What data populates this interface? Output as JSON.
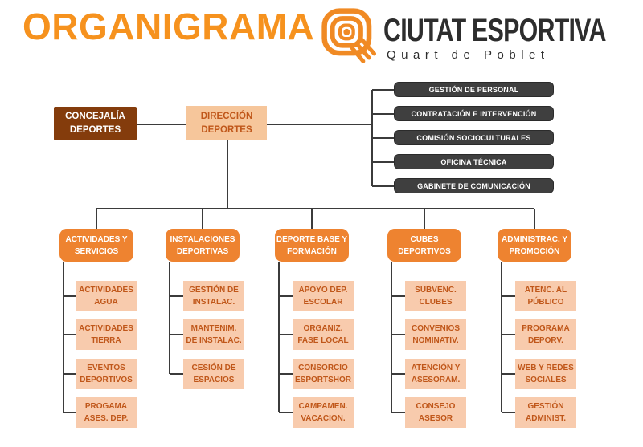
{
  "title": "ORGANIGRAMA",
  "brand": {
    "name": "CIUTAT ESPORTIVA",
    "subtitle": "Quart de Poblet",
    "logo_icon": "q-spiral-logo",
    "logo_color": "#F08A24"
  },
  "colors": {
    "title_orange": "#F6921E",
    "header_orange": "#EE8330",
    "sub_peach": "#F8CBAD",
    "sub_text": "#C0571A",
    "root_brown": "#843C0C",
    "staff_gray": "#3F3F3F",
    "line": "#3B3B3B"
  },
  "org": {
    "root": {
      "label": "CONCEJALÍA\nDEPORTES"
    },
    "direction": {
      "label": "DIRECCIÓN\nDEPORTES"
    },
    "staff": [
      "GESTIÓN DE PERSONAL",
      "CONTRATACIÓN E INTERVENCIÓN",
      "COMISIÓN SOCIOCULTURALES",
      "OFICINA TÉCNICA",
      "GABINETE DE COMUNICACIÓN"
    ],
    "departments": [
      {
        "label": "ACTIVIDADES Y\nSERVICIOS",
        "children": [
          "ACTIVIDADES\nAGUA",
          "ACTIVIDADES\nTIERRA",
          "EVENTOS\nDEPORTIVOS",
          "PROGAMA\nASES. DEP."
        ]
      },
      {
        "label": "INSTALACIONES\nDEPORTIVAS",
        "children": [
          "GESTIÓN DE\nINSTALAC.",
          "MANTENIM.\nDE INSTALAC.",
          "CESIÓN DE\nESPACIOS"
        ]
      },
      {
        "label": "DEPORTE BASE Y\nFORMACIÓN",
        "children": [
          "APOYO DEP.\nESCOLAR",
          "ORGANIZ.\nFASE LOCAL",
          "CONSORCIO\nESPORTSHOR",
          "CAMPAMEN.\nVACACION."
        ]
      },
      {
        "label": "CUBES\nDEPORTIVOS",
        "children": [
          "SUBVENC.\nCLUBES",
          "CONVENIOS\nNOMINATIV.",
          "ATENCIÓN Y\nASESORAM.",
          "CONSEJO\nASESOR"
        ]
      },
      {
        "label": "ADMINISTRAC. Y\nPROMOCIÓN",
        "children": [
          "ATENC. AL\nPÚBLICO",
          "PROGRAMA\nDEPORV.",
          "WEB Y REDES\nSOCIALES",
          "GESTIÓN\nADMINIST."
        ]
      }
    ]
  }
}
